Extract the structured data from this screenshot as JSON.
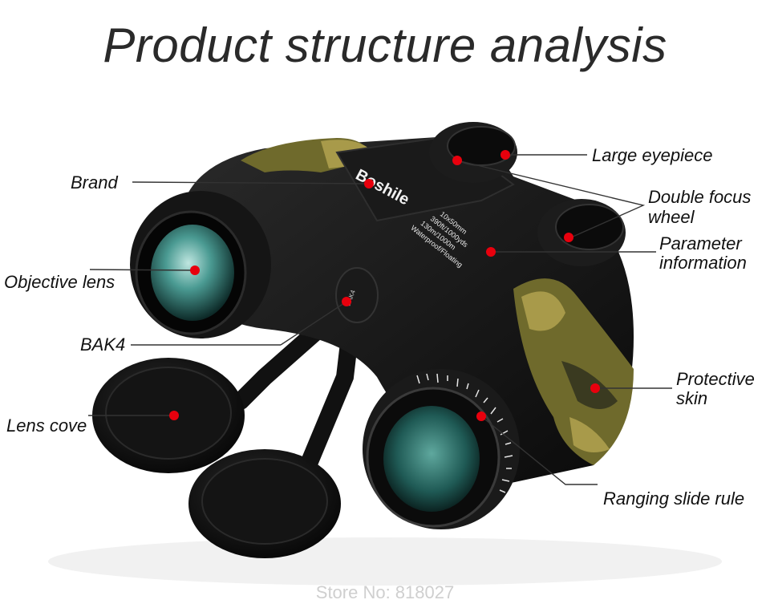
{
  "title": "Product structure analysis",
  "brand_print": "Boshile",
  "parameter_print": {
    "line1": "10x50mm",
    "line2": "390ft/1000yds",
    "line3": "130m/1000m",
    "line4": "Waterproof/Floating"
  },
  "bak4_print": "BAK4",
  "labels": {
    "large_eyepiece": "Large eyepiece",
    "brand": "Brand",
    "double_focus_line1": "Double focus",
    "double_focus_line2": "wheel",
    "parameter_line1": "Parameter",
    "parameter_line2": "information",
    "objective_lens": "Objective lens",
    "bak4": "BAK4",
    "protective_line1": "Protective",
    "protective_line2": "skin",
    "lens_cover": "Lens cove",
    "ranging_slide_rule": "Ranging slide rule"
  },
  "watermark": "Store No: 818027",
  "colors": {
    "marker": "#e8000d",
    "body": "#141414",
    "camo_green": "#6f6a2c",
    "camo_tan": "#a89a4a",
    "camo_dark": "#3a3a20",
    "lens_glass": "#3f8a8a"
  }
}
